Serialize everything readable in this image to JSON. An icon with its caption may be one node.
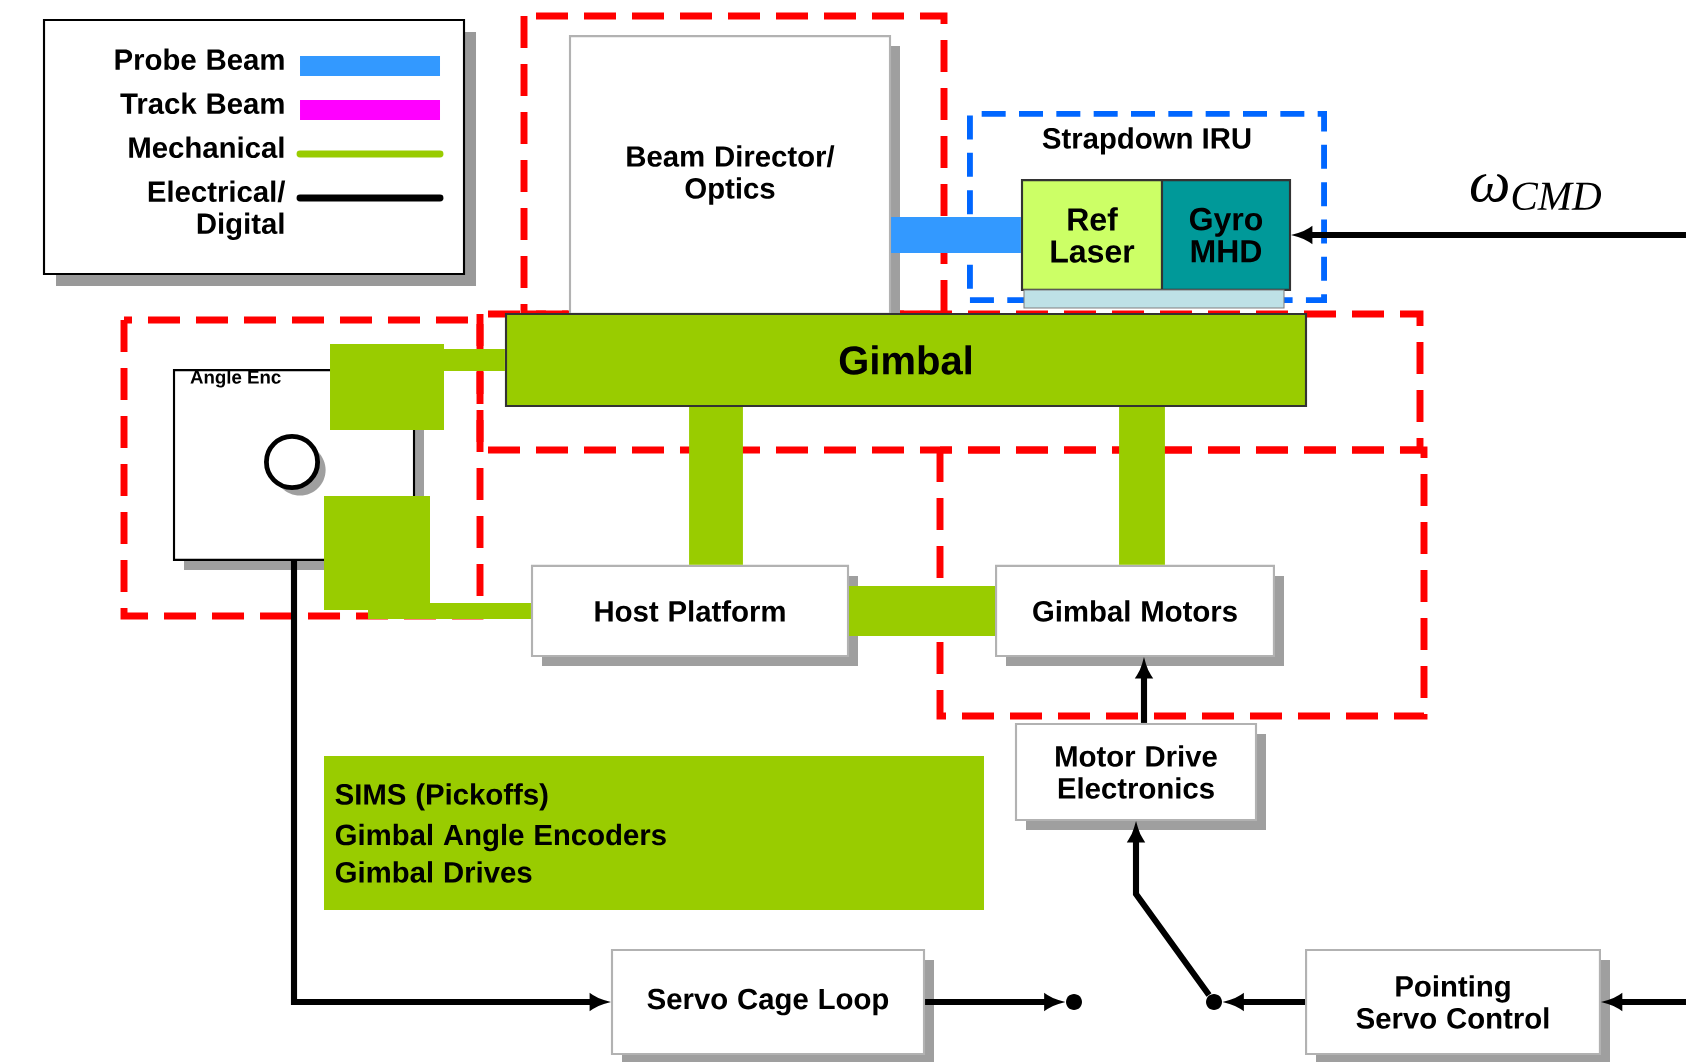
{
  "diagram": {
    "nodes": [
      {
        "text": [
          "Beam Director/ Optics"
        ]
      },
      {
        "text": [
          "Strapdown IRU"
        ]
      },
      {
        "text": [
          "Ref Laser"
        ],
        "in": 1
      },
      {
        "text": [
          "Gyro MHD"
        ],
        "in": 1
      },
      {
        "text": [
          "Gimbal"
        ]
      },
      {
        "text": [
          "Angle Enc"
        ]
      },
      {
        "text": [
          "Host Platform"
        ]
      },
      {
        "text": [
          "Gimbal Motors"
        ]
      },
      {
        "text": [
          "Motor Drive Electronics"
        ]
      },
      {
        "text": [
          "SIMS (Pickoffs)",
          "Gimbal Angle Encoders",
          "Gimbal Drives"
        ]
      },
      {
        "text": [
          "Servo Cage Loop"
        ]
      },
      {
        "text": [
          "Pointing Servo Control"
        ]
      },
      {
        "text": [],
        "shape": "circle"
      },
      {
        "text": [],
        "shape": "circle"
      }
    ],
    "edges": [
      {
        "from": 0,
        "to": 2,
        "arrow": "none",
        "style": "thick",
        "color": "#3399ff"
      },
      {
        "from": null,
        "to": 3,
        "arrow": "to",
        "label": "ω$_{CMD}$"
      },
      {
        "from": 4,
        "to": 5,
        "arrow": "none",
        "style": "thick",
        "color": "#99cc00"
      },
      {
        "from": 5,
        "to": 6,
        "arrow": "none",
        "style": "thick",
        "color": "#99cc00"
      },
      {
        "from": 4,
        "to": 6,
        "arrow": "none",
        "style": "thick",
        "color": "#99cc00"
      },
      {
        "from": 4,
        "to": 7,
        "arrow": "none",
        "style": "thick",
        "color": "#99cc00"
      },
      {
        "from": 6,
        "to": 7,
        "arrow": "none",
        "style": "thick",
        "color": "#99cc00"
      },
      {
        "from": 8,
        "to": 7,
        "arrow": "to"
      },
      {
        "from": 5,
        "to": 10,
        "arrow": "to"
      },
      {
        "from": 10,
        "to": 12,
        "arrow": "to"
      },
      {
        "from": 11,
        "to": 13,
        "arrow": "to"
      },
      {
        "from": 13,
        "to": 8,
        "arrow": "to"
      },
      {
        "from": null,
        "to": 11,
        "arrow": "to"
      }
    ],
    "legend": [
      {
        "text": "Probe Beam",
        "color": "#3399ff"
      },
      {
        "text": "Track Beam",
        "color": "#ff00ff"
      },
      {
        "text": "Mechanical"
      },
      {
        "text": "Electrical/ Digital"
      }
    ]
  }
}
